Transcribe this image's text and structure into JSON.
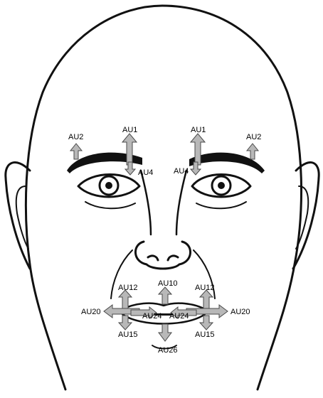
{
  "labels": {
    "au1_left": "AU1",
    "au1_right": "AU1",
    "au2_left": "AU2",
    "au2_right": "AU2",
    "au4_left": "AU4",
    "au4_right": "AU4",
    "au10": "AU10",
    "au12_left": "AU12",
    "au12_right": "AU12",
    "au20_left": "AU20",
    "au20_right": "AU20",
    "au24_left": "AU24",
    "au24_right": "AU24",
    "au15_left": "AU15",
    "au15_right": "AU15",
    "au26": "AU26"
  },
  "colors": {
    "arrow_fill": "#b8b8b8",
    "arrow_stroke": "#4a4a4a",
    "line": "#111111"
  }
}
